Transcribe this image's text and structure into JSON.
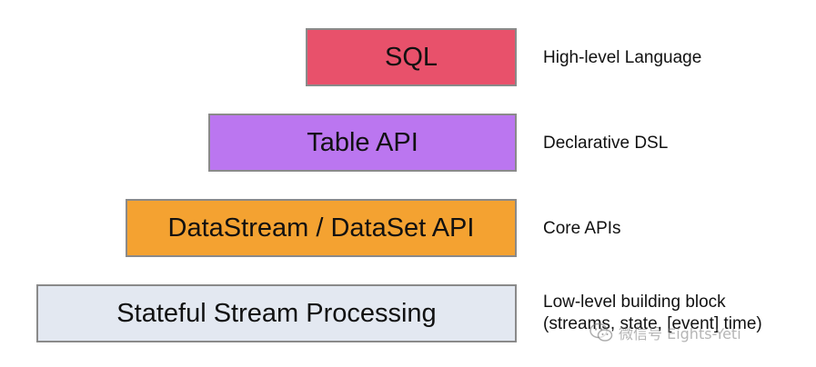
{
  "layers": [
    {
      "id": "sql",
      "label": "SQL",
      "color": "#e8516b",
      "description": [
        "High-level Language"
      ]
    },
    {
      "id": "table",
      "label": "Table API",
      "color": "#bb76f0",
      "description": [
        "Declarative DSL"
      ]
    },
    {
      "id": "datastream",
      "label": "DataStream / DataSet API",
      "color": "#f4a231",
      "description": [
        "Core APIs"
      ]
    },
    {
      "id": "stateful",
      "label": "Stateful Stream Processing",
      "color": "#e3e8f1",
      "description": [
        "Low-level building block",
        "(streams, state, [event] time)"
      ]
    }
  ],
  "watermark": {
    "icon": "wechat-icon",
    "text": "微信号 Eights-Yeti"
  }
}
